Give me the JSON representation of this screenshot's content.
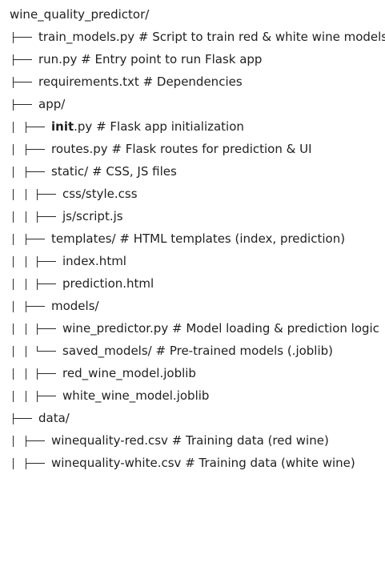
{
  "project": {
    "root": "wine_quality_predictor/",
    "entries": [
      {
        "name": "train_models.py",
        "comment": "# Script to train red & white wine models"
      },
      {
        "name": "run.py",
        "comment": "# Entry point to run Flask app"
      },
      {
        "name": "requirements.txt",
        "comment": "# Dependencies"
      },
      {
        "name": "app/",
        "comment": ""
      },
      {
        "name_bold": "init",
        "name": ".py",
        "comment": "# Flask app initialization"
      },
      {
        "name": "routes.py",
        "comment": "# Flask routes for prediction & UI"
      },
      {
        "name": "static/",
        "comment": "# CSS, JS files"
      },
      {
        "name": "css/style.css",
        "comment": ""
      },
      {
        "name": "js/script.js",
        "comment": ""
      },
      {
        "name": "templates/",
        "comment": "# HTML templates (index, prediction)"
      },
      {
        "name": "index.html",
        "comment": ""
      },
      {
        "name": "prediction.html",
        "comment": ""
      },
      {
        "name": "models/",
        "comment": ""
      },
      {
        "name": "wine_predictor.py",
        "comment": "# Model loading & prediction logic"
      },
      {
        "name": "saved_models/",
        "comment": "# Pre-trained models (.joblib)"
      },
      {
        "name": "red_wine_model.joblib",
        "comment": ""
      },
      {
        "name": "white_wine_model.joblib",
        "comment": ""
      },
      {
        "name": "data/",
        "comment": ""
      },
      {
        "name": "winequality-red.csv",
        "comment": "# Training data (red wine)"
      },
      {
        "name": "winequality-white.csv",
        "comment": "# Training data (white wine)"
      }
    ]
  }
}
